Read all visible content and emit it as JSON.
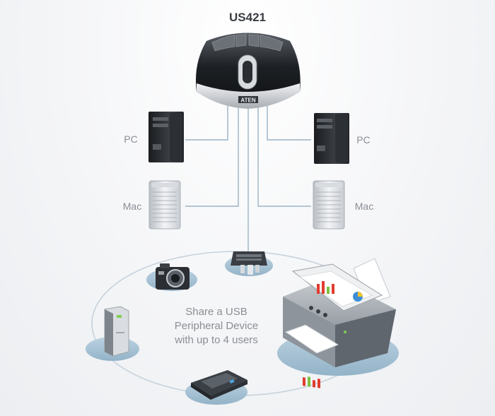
{
  "device": {
    "title": "US421",
    "brand": "ATEN"
  },
  "hosts": {
    "left_top": "PC",
    "left_bottom": "Mac",
    "right_top": "PC",
    "right_bottom": "Mac"
  },
  "caption": {
    "line1": "Share a USB",
    "line2": "Peripheral Device",
    "line3": "with up to 4 users"
  },
  "colors": {
    "connector_line": "#9bb3c4",
    "ring_line": "#c8d3dc",
    "pad": "#a9c4d6",
    "label_gray": "#8a8f95"
  },
  "peripherals": [
    "card-reader-icon",
    "camera-icon",
    "external-drive-icon",
    "scanner-icon",
    "printer-icon"
  ]
}
